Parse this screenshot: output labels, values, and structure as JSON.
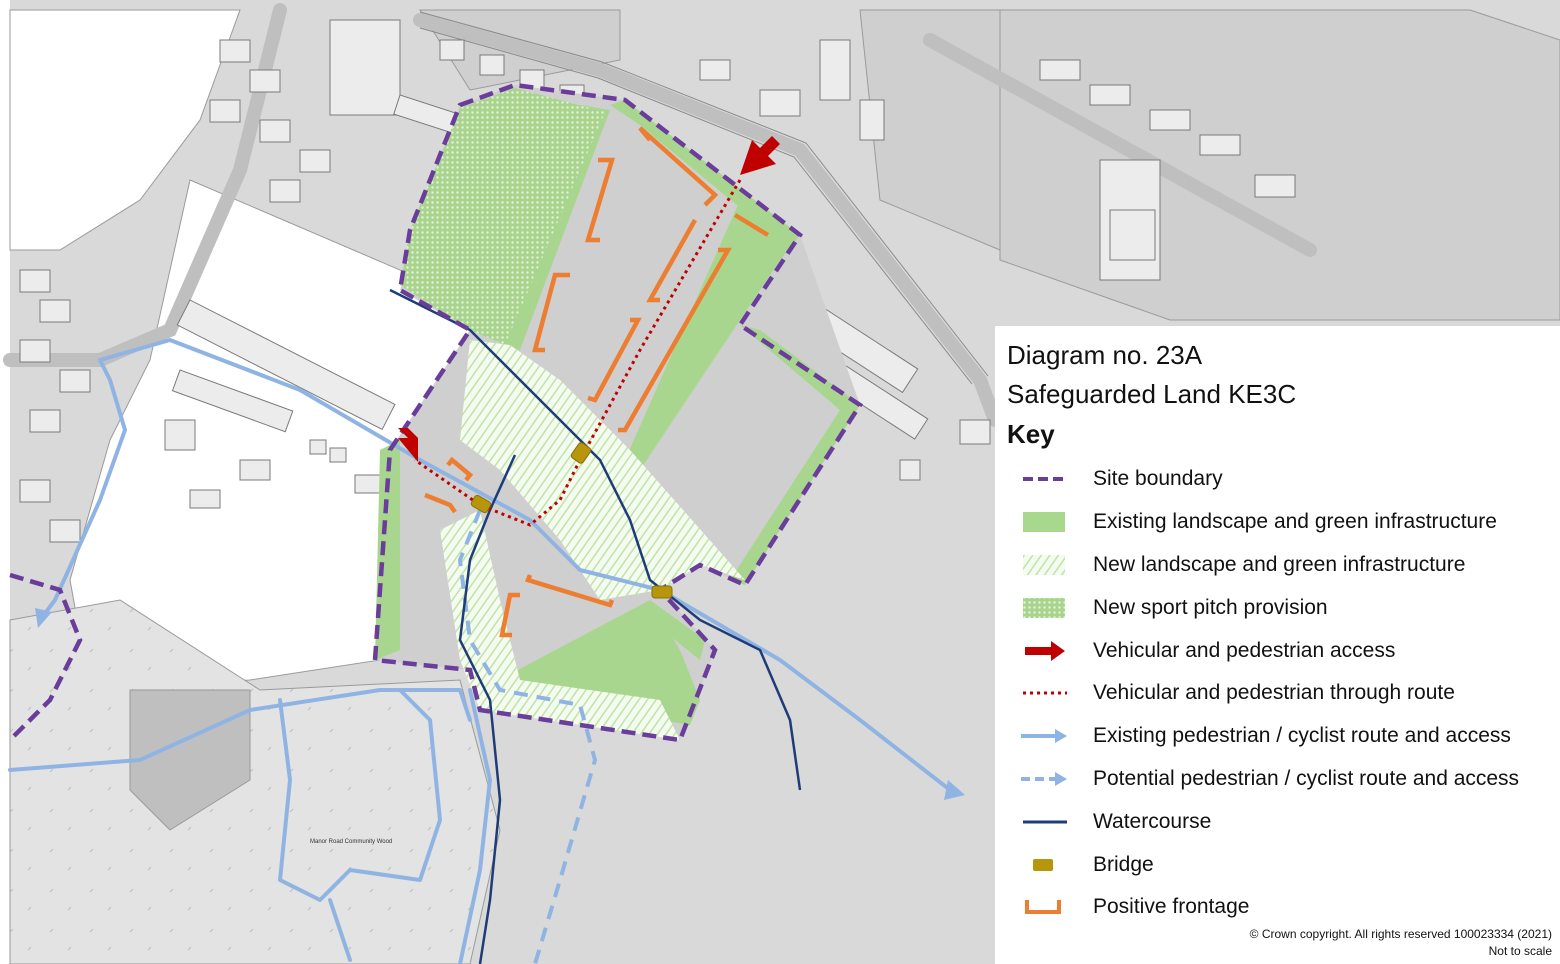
{
  "legend": {
    "title_line1": "Diagram no. 23A",
    "title_line2": "Safeguarded Land KE3C",
    "key_heading": "Key",
    "items": [
      {
        "label": "Site boundary",
        "icon": "dashed-purple-line-icon"
      },
      {
        "label": "Existing landscape and green infrastructure",
        "icon": "green-fill-icon"
      },
      {
        "label": "New landscape and green infrastructure",
        "icon": "green-hatch-icon"
      },
      {
        "label": "New sport pitch provision",
        "icon": "green-dot-pattern-icon"
      },
      {
        "label": "Vehicular and pedestrian access",
        "icon": "red-arrow-icon"
      },
      {
        "label": "Vehicular and pedestrian through route",
        "icon": "red-dotted-line-icon"
      },
      {
        "label": "Existing pedestrian / cyclist route and access",
        "icon": "blue-arrow-icon"
      },
      {
        "label": "Potential pedestrian / cyclist route and access",
        "icon": "blue-dashed-arrow-icon"
      },
      {
        "label": "Watercourse",
        "icon": "dark-blue-line-icon"
      },
      {
        "label": "Bridge",
        "icon": "bridge-icon"
      },
      {
        "label": "Positive frontage",
        "icon": "orange-bracket-icon"
      }
    ]
  },
  "footer": {
    "copyright": "© Crown copyright. All rights reserved 100023334 (2021)",
    "scale_note": "Not to scale"
  },
  "map": {
    "wood_label": "Manor Road Community Wood"
  },
  "colors": {
    "site_boundary": "#6a3d9a",
    "existing_green": "#a8d88e",
    "new_green_hatch": "#c6e6b4",
    "access_arrow": "#c00000",
    "through_route": "#c00000",
    "existing_route": "#8fb4e3",
    "watercourse": "#1f3c78",
    "bridge": "#b8960c",
    "frontage": "#ed7d31",
    "map_land": "#d9d9d9"
  }
}
